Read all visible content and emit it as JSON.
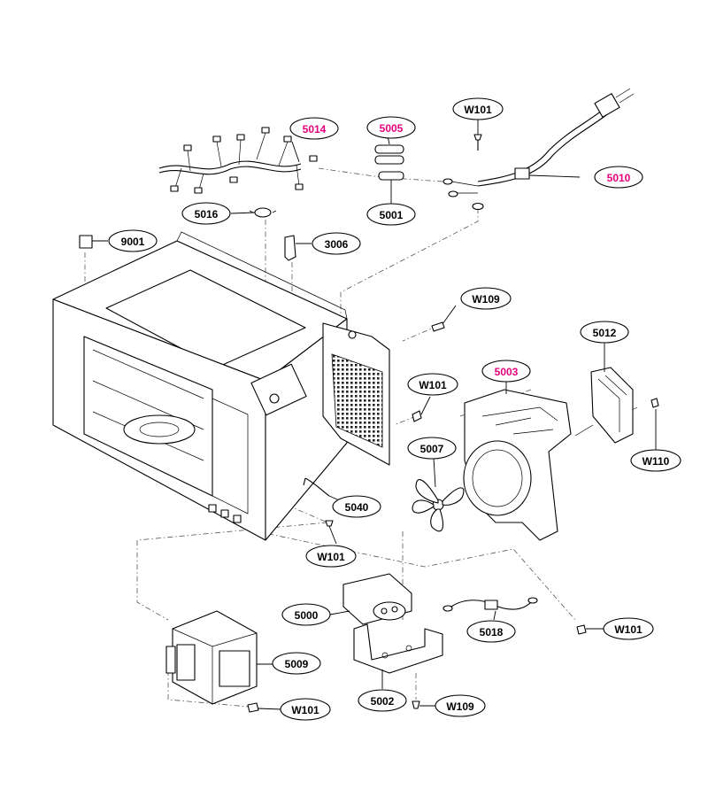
{
  "diagram": {
    "labels": [
      {
        "id": "5014",
        "text": "5014",
        "color": "#e6007e"
      },
      {
        "id": "5005",
        "text": "5005",
        "color": "#e6007e"
      },
      {
        "id": "w101-top",
        "text": "W101",
        "color": "#000000"
      },
      {
        "id": "5010",
        "text": "5010",
        "color": "#e6007e"
      },
      {
        "id": "5016",
        "text": "5016",
        "color": "#000000"
      },
      {
        "id": "5001",
        "text": "5001",
        "color": "#000000"
      },
      {
        "id": "9001",
        "text": "9001",
        "color": "#000000"
      },
      {
        "id": "3006",
        "text": "3006",
        "color": "#000000"
      },
      {
        "id": "w109-top",
        "text": "W109",
        "color": "#000000"
      },
      {
        "id": "5012",
        "text": "5012",
        "color": "#000000"
      },
      {
        "id": "w101-mid",
        "text": "W101",
        "color": "#000000"
      },
      {
        "id": "5003",
        "text": "5003",
        "color": "#e6007e"
      },
      {
        "id": "5007",
        "text": "5007",
        "color": "#000000"
      },
      {
        "id": "w110",
        "text": "W110",
        "color": "#000000"
      },
      {
        "id": "5040",
        "text": "5040",
        "color": "#000000"
      },
      {
        "id": "w101-left",
        "text": "W101",
        "color": "#000000"
      },
      {
        "id": "5000",
        "text": "5000",
        "color": "#000000"
      },
      {
        "id": "5018",
        "text": "5018",
        "color": "#000000"
      },
      {
        "id": "w101-right",
        "text": "W101",
        "color": "#000000"
      },
      {
        "id": "5009",
        "text": "5009",
        "color": "#000000"
      },
      {
        "id": "w101-bottom",
        "text": "W101",
        "color": "#000000"
      },
      {
        "id": "5002",
        "text": "5002",
        "color": "#000000"
      },
      {
        "id": "w109-bottom",
        "text": "W109",
        "color": "#000000"
      }
    ]
  }
}
